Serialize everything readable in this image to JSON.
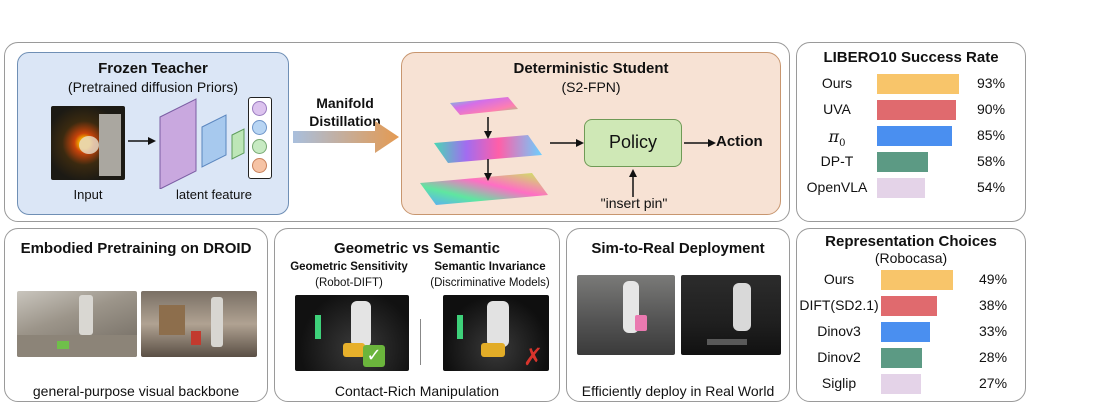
{
  "overview": {
    "teacher": {
      "title": "Frozen Teacher",
      "subtitle": "(Pretrained diffusion Priors)",
      "input_label": "Input",
      "latent_label": "latent feature"
    },
    "distill": {
      "line1": "Manifold",
      "line2": "Distillation"
    },
    "student": {
      "title": "Deterministic Student",
      "subtitle": "(S2-FPN)",
      "policy_label": "Policy",
      "action_label": "Action",
      "prompt_label": "\"insert pin\""
    }
  },
  "droid": {
    "title": "Embodied Pretraining on DROID",
    "caption": "general-purpose visual backbone"
  },
  "geo": {
    "title": "Geometric vs Semantic",
    "left_title": "Geometric Sensitivity",
    "left_sub": "(Robot-DIFT)",
    "right_title": "Semantic Invariance",
    "right_sub": "(Discriminative Models)",
    "caption": "Contact-Rich Manipulation"
  },
  "sim": {
    "title": "Sim-to-Real Deployment",
    "caption": "Efficiently deploy in Real World"
  },
  "chart_data": [
    {
      "type": "bar",
      "title": "LIBERO10 Success Rate",
      "categories": [
        "Ours",
        "UVA",
        "π0",
        "DP-T",
        "OpenVLA"
      ],
      "values": [
        93,
        90,
        85,
        58,
        54
      ],
      "value_labels": [
        "93%",
        "90%",
        "85%",
        "58%",
        "54%"
      ],
      "colors": [
        "#f8c56a",
        "#e06a6e",
        "#4a8ff0",
        "#5c9a84",
        "#e4d3e8"
      ],
      "orientation": "horizontal"
    },
    {
      "type": "bar",
      "title": "Representation Choices",
      "subtitle": "(Robocasa)",
      "categories": [
        "Ours",
        "DIFT(SD2.1)",
        "Dinov3",
        "Dinov2",
        "Siglip"
      ],
      "values": [
        49,
        38,
        33,
        28,
        27
      ],
      "value_labels": [
        "49%",
        "38%",
        "33%",
        "28%",
        "27%"
      ],
      "colors": [
        "#f8c56a",
        "#e06a6e",
        "#4a8ff0",
        "#5c9a84",
        "#e4d3e8"
      ],
      "orientation": "horizontal"
    }
  ]
}
